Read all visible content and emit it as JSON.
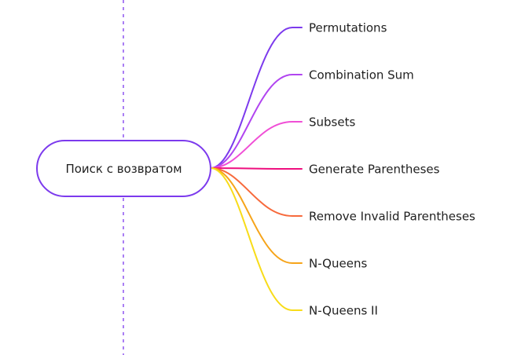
{
  "root": {
    "label": "Поиск с возвратом",
    "color": "#7c3aed"
  },
  "children": [
    {
      "label": "Permutations",
      "color": "#7c3aed"
    },
    {
      "label": "Combination Sum",
      "color": "#b145f0"
    },
    {
      "label": "Subsets",
      "color": "#f04fd6"
    },
    {
      "label": "Generate Parentheses",
      "color": "#ee0f7f"
    },
    {
      "label": "Remove Invalid Parentheses",
      "color": "#f76a3c"
    },
    {
      "label": "N-Queens",
      "color": "#f6a41a"
    },
    {
      "label": "N-Queens II",
      "color": "#f8dc1a"
    }
  ],
  "guide_color": "#7c3aed"
}
